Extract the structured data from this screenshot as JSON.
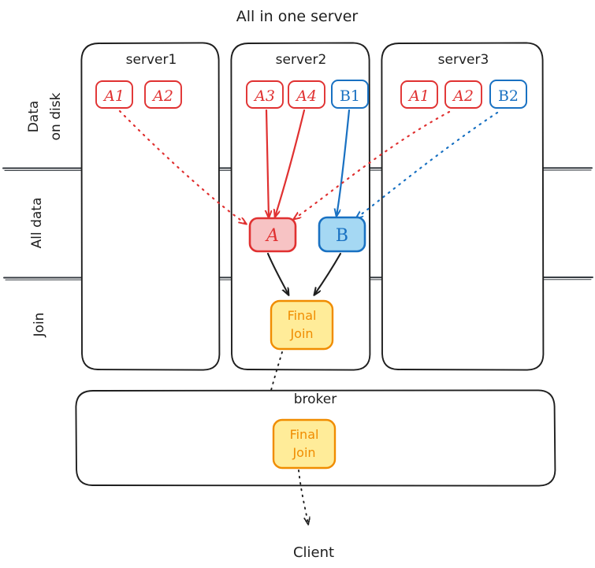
{
  "title": "All in one server",
  "colors": {
    "stroke": "#1e1e1e",
    "red": "#e03131",
    "red_fill": "#f7c3c4",
    "blue": "#1971c2",
    "blue_fill": "#a5d8f3",
    "amber": "#f08c00",
    "amber_fill": "#ffec99",
    "divider": "#343a40",
    "background": "#ffffff"
  },
  "row_labels": [
    {
      "id": "data-on-disk",
      "lines": [
        "Data",
        "on disk"
      ]
    },
    {
      "id": "all-data",
      "lines": [
        "All data"
      ]
    },
    {
      "id": "join",
      "lines": [
        "Join"
      ]
    }
  ],
  "servers": [
    {
      "id": "server1",
      "label": "server1",
      "chips": [
        {
          "label": "A1",
          "kind": "red"
        },
        {
          "label": "A2",
          "kind": "red"
        }
      ]
    },
    {
      "id": "server2",
      "label": "server2",
      "chips": [
        {
          "label": "A3",
          "kind": "red"
        },
        {
          "label": "A4",
          "kind": "red"
        },
        {
          "label": "B1",
          "kind": "blue"
        }
      ],
      "aggregates": [
        {
          "label": "A",
          "kind": "red"
        },
        {
          "label": "B",
          "kind": "blue"
        }
      ],
      "join": {
        "lines": [
          "Final",
          "Join"
        ]
      }
    },
    {
      "id": "server3",
      "label": "server3",
      "chips": [
        {
          "label": "A1",
          "kind": "red"
        },
        {
          "label": "A2",
          "kind": "red"
        },
        {
          "label": "B2",
          "kind": "blue"
        }
      ]
    }
  ],
  "broker": {
    "label": "broker",
    "join": {
      "lines": [
        "Final",
        "Join"
      ]
    }
  },
  "client": {
    "label": "Client"
  }
}
